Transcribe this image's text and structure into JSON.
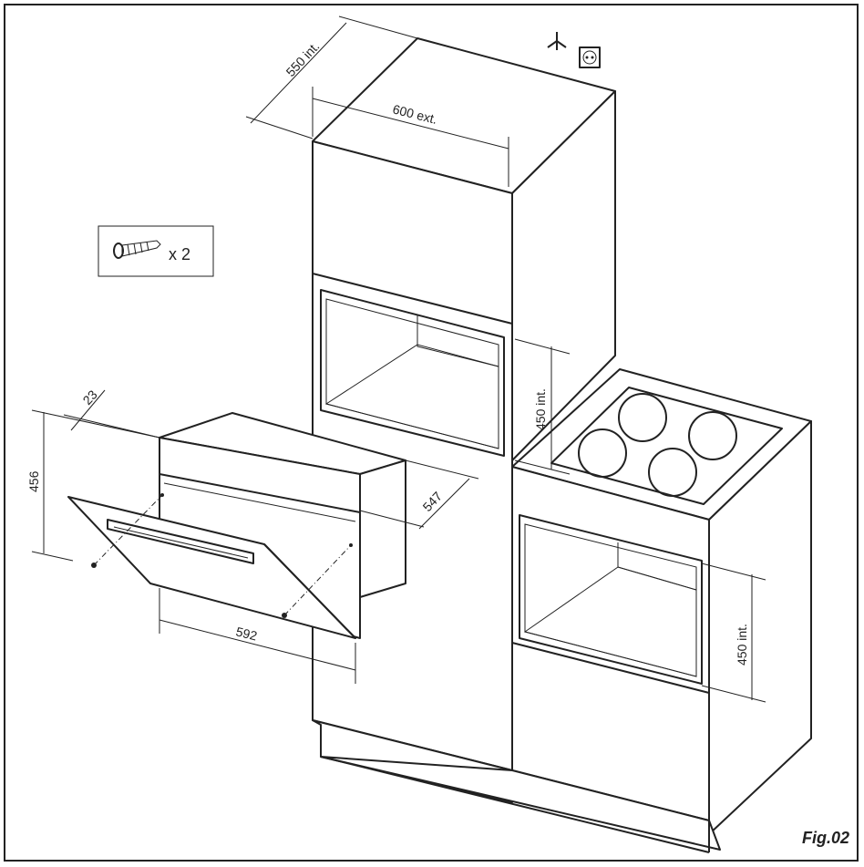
{
  "labels": {
    "depth_550": "550 int.",
    "width_600": "600 ext.",
    "height_450_upper": "450 int.",
    "height_450_lower": "450 int.",
    "height_456": "456",
    "thickness_23": "23",
    "depth_547": "547",
    "width_592": "592",
    "screw_count": "x 2",
    "figure_id": "Fig.02"
  },
  "icons": [
    "earth-ground-icon",
    "power-socket-icon",
    "screw-icon"
  ]
}
